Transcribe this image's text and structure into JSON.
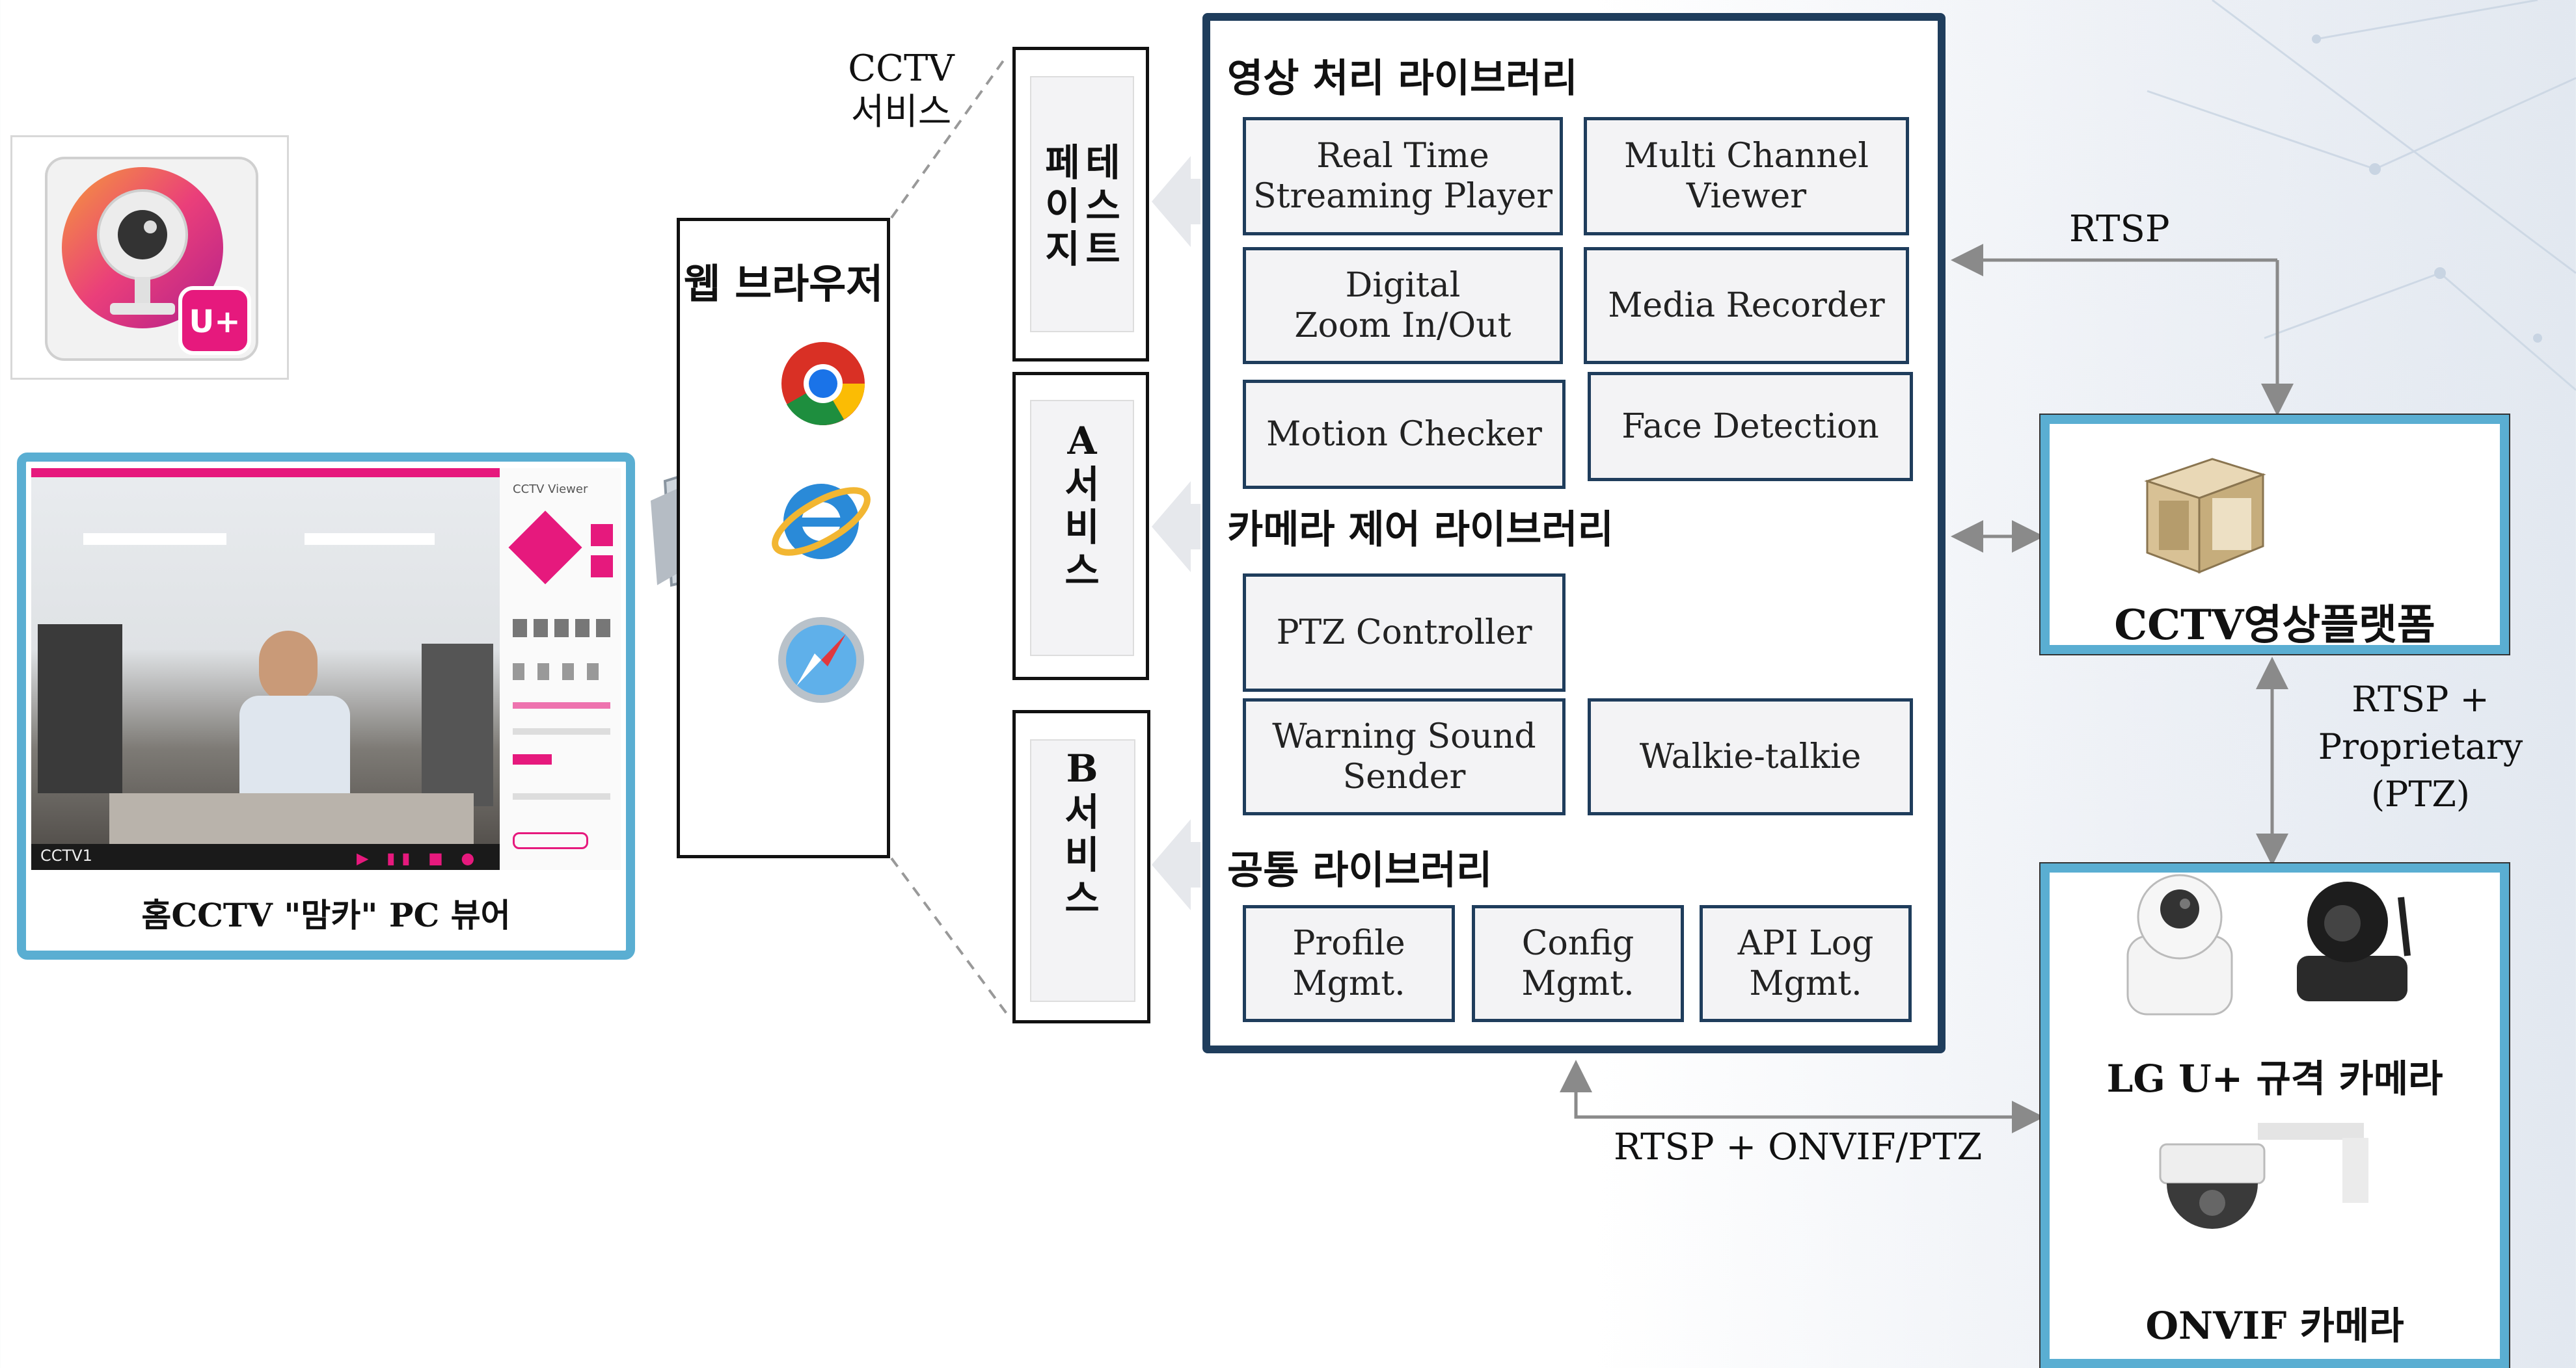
{
  "app_icon": {
    "name": "camera-app-icon",
    "brand_mark": "U+"
  },
  "viewer": {
    "caption": "홈CCTV \"맘카\" PC 뷰어",
    "screen_brand": "CCTV Viewer",
    "channel_label": "CCTV1"
  },
  "browser": {
    "title": "웹 브라우저",
    "icons": [
      "chrome-icon",
      "internet-explorer-icon",
      "safari-icon"
    ]
  },
  "cctv_service_label": "CCTV\n서비스",
  "pages": {
    "test": {
      "col1": [
        "페",
        "이",
        "지"
      ],
      "col2": [
        "테",
        "스",
        "트"
      ]
    },
    "a_service": [
      "A",
      "서",
      "비",
      "스"
    ],
    "b_service": [
      "B",
      "서",
      "비",
      "스"
    ]
  },
  "library": {
    "video_title": "영상 처리 라이브러리",
    "video_items": [
      "Real Time\nStreaming Player",
      "Multi Channel\nViewer",
      "Digital\nZoom In/Out",
      "Media Recorder",
      "Motion Checker",
      "Face Detection"
    ],
    "camera_title": "카메라 제어 라이브러리",
    "camera_items": [
      "PTZ Controller",
      "Warning Sound\nSender",
      "Walkie-talkie"
    ],
    "common_title": "공통 라이브러리",
    "common_items": [
      "Profile\nMgmt.",
      "Config\nMgmt.",
      "API Log\nMgmt."
    ]
  },
  "links": {
    "rtsp": "RTSP",
    "rtsp_proprietary": "RTSP +\nProprietary (PTZ)",
    "rtsp_onvif": "RTSP + ONVIF/PTZ"
  },
  "platform": {
    "label": "CCTV영상플랫폼"
  },
  "cameras": {
    "lg_label": "LG U+ 규격 카메라",
    "onvif_label": "ONVIF 카메라"
  },
  "colors": {
    "frame_blue": "#5aaed2",
    "lib_border": "#1f3d5c",
    "box_fill": "#f3f3f5",
    "pink": "#e6197d"
  }
}
